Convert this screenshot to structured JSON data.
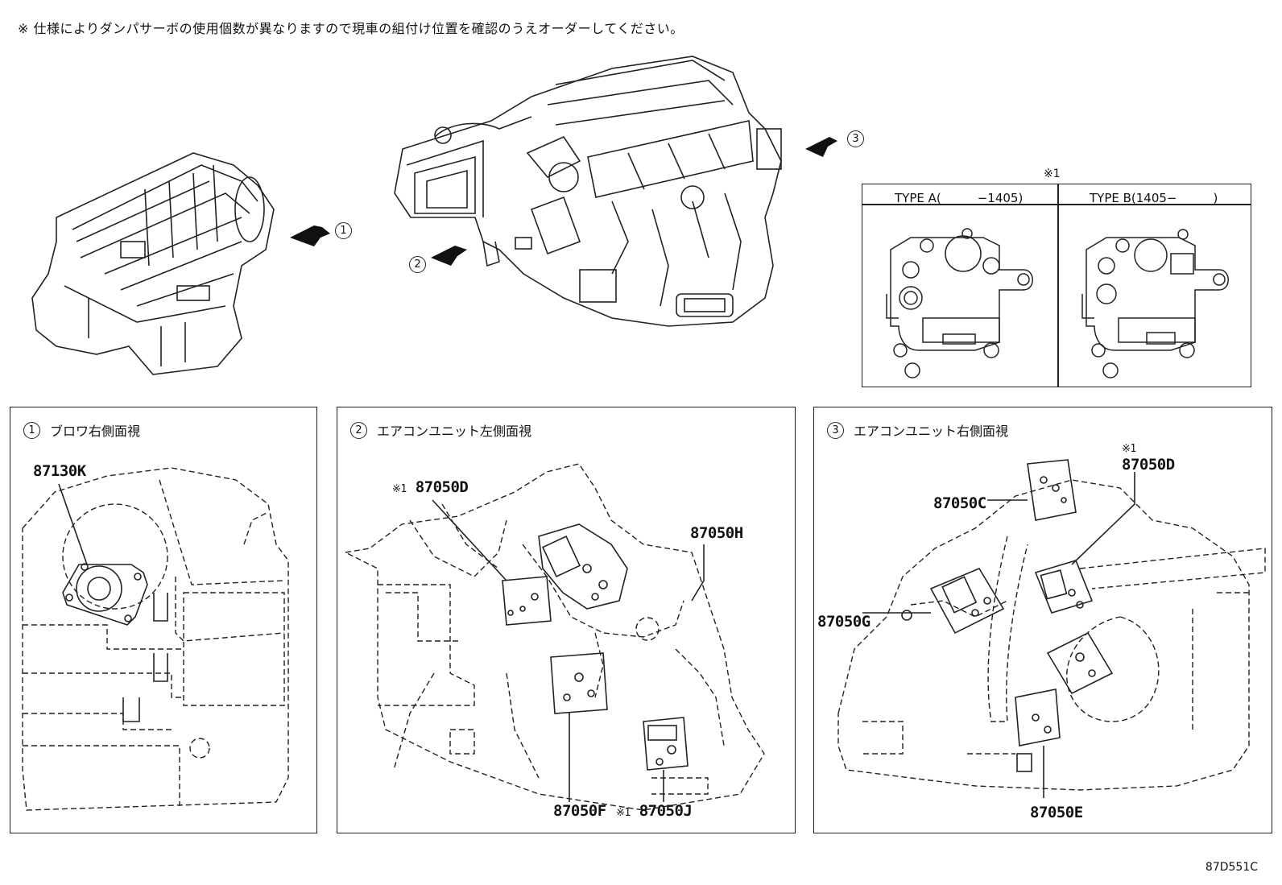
{
  "notice": "※ 仕様によりダンパサーボの使用個数が異なりますので現車の組付け位置を確認のうえオーダーしてください。",
  "overview": {
    "arrow_1": "1",
    "arrow_2": "2",
    "arrow_3": "3"
  },
  "type_table": {
    "note_mark": "※1",
    "type_a": "TYPE A(　　　−1405)",
    "type_b": "TYPE B(1405−　　　)"
  },
  "panels": [
    {
      "num": "1",
      "title": "ブロワ右側面視",
      "parts": [
        "87130K"
      ]
    },
    {
      "num": "2",
      "title": "エアコンユニット左側面視",
      "parts": [
        "87050D",
        "87050H",
        "87050F",
        "87050J"
      ],
      "mark": "※1"
    },
    {
      "num": "3",
      "title": "エアコンユニット右側面視",
      "parts": [
        "87050C",
        "87050D",
        "87050G",
        "87050E"
      ],
      "mark": "※1"
    }
  ],
  "diagram_code": "87D551C",
  "colors": {
    "line": "#222222",
    "background": "#ffffff"
  }
}
